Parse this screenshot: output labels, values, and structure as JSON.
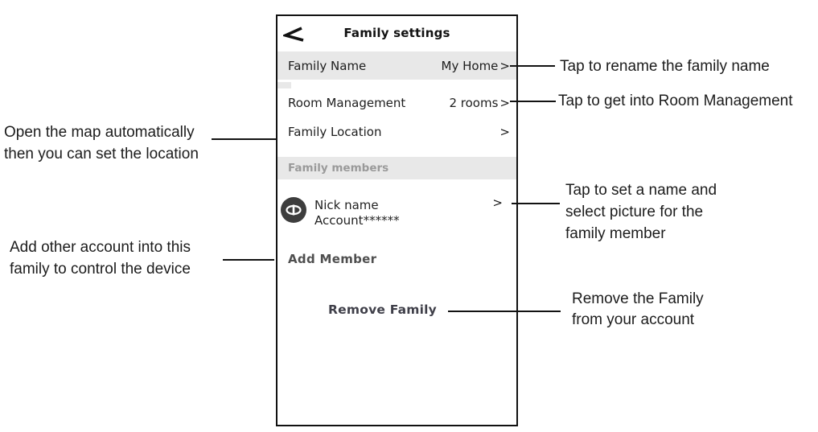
{
  "phone": {
    "header": {
      "title": "Family settings",
      "back_icon": "back-arrow-icon"
    },
    "rows": [
      {
        "label": "Family Name",
        "value": "My Home",
        "chevron": ">"
      },
      {
        "label": "Room Management",
        "value": "2 rooms",
        "chevron": ">"
      },
      {
        "label": "Family Location",
        "value": "",
        "chevron": ">"
      }
    ],
    "section_header": "Family members",
    "member": {
      "avatar_icon": "member-avatar-icon",
      "name": "Nick name",
      "account": "Account******",
      "chevron": ">"
    },
    "add_member_label": "Add Member",
    "remove_family_label": "Remove Family"
  },
  "annotations": {
    "left": [
      {
        "lines": [
          "Open the map automatically",
          "then you can set the location"
        ]
      },
      {
        "lines": [
          "Add other account into this",
          "family to control the device"
        ]
      }
    ],
    "right": [
      {
        "lines": [
          "Tap to rename the family name"
        ]
      },
      {
        "lines": [
          "Tap to get into Room Management"
        ]
      },
      {
        "lines": [
          "Tap to set a name and",
          "select picture for the",
          "family member"
        ]
      },
      {
        "lines": [
          "Remove the Family",
          "from your account"
        ]
      }
    ]
  },
  "colors": {
    "row_background": "#e8e8e8",
    "section_header_text": "#9a9a9a",
    "connector_line": "#121212",
    "avatar_background": "#3d3d3d",
    "text": "#1c1c1c"
  }
}
